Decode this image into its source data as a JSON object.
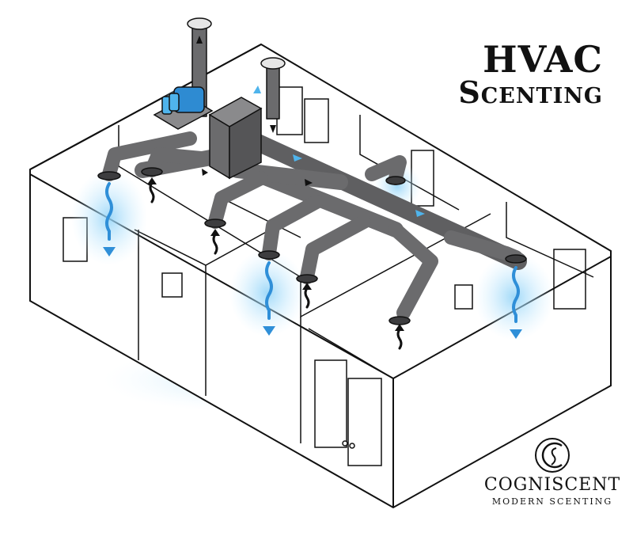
{
  "title": {
    "line1": "HVAC",
    "line2": "Scenting"
  },
  "brand": {
    "name": "COGNISCENT",
    "tagline": "MODERN SCENTING",
    "logo_monogram": "CS"
  },
  "colors": {
    "duct": "#6b6b6d",
    "duct_dark": "#3d3d3f",
    "scent": "#4fb4ec",
    "scent_glow": "#bfe6fb",
    "airflow_return": "#111111",
    "outline": "#111111",
    "wall": "#ffffff"
  },
  "icons": {
    "scent_arrow": "wavy-down-arrow",
    "return_arrow": "wavy-up-arrow",
    "diffuser": "scent-diffuser-machine"
  }
}
